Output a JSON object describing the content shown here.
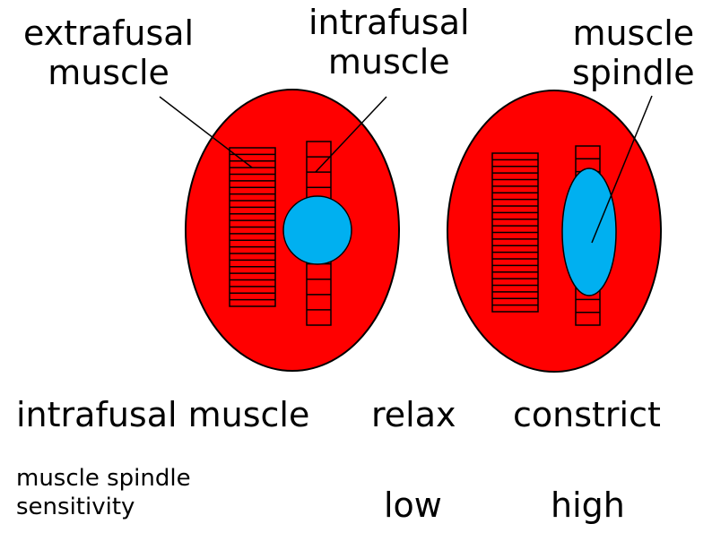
{
  "colors": {
    "muscle_fill": "#ff0000",
    "spindle_fill": "#00b0f0",
    "outline": "#000000",
    "background": "#ffffff"
  },
  "labels": {
    "extrafusal_muscle": "extrafusal\nmuscle",
    "intrafusal_muscle": "intrafusal\nmuscle",
    "muscle_spindle": "muscle\nspindle"
  },
  "table": {
    "row1_label": "intrafusal muscle",
    "row1_left": "relax",
    "row1_right": "constrict",
    "row2_label": "muscle spindle\nsensitivity",
    "row2_left": "low",
    "row2_right": "high"
  }
}
